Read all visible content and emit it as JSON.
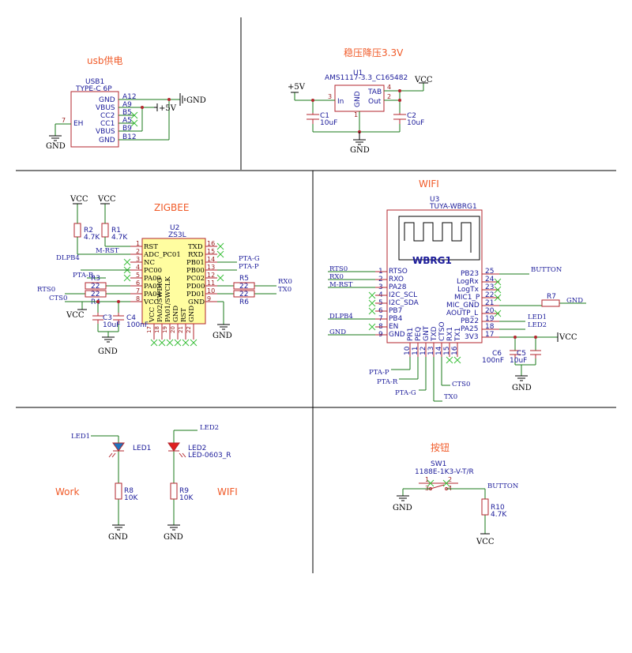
{
  "titles": {
    "usb": "usb供电",
    "ldo": "稳压降压3.3V",
    "zigbee": "ZIGBEE",
    "wifi": "WIFI",
    "work": "Work",
    "wifi_led": "WIFI",
    "button": "按钮"
  },
  "usb": {
    "ref": "USB1",
    "value": "TYPE-C 6P",
    "pins_left": [
      "GND",
      "VBUS",
      "CC2",
      "CC1",
      "VBUS",
      "GND"
    ],
    "pins_num": [
      "A12",
      "A9",
      "B5",
      "A5",
      "B9",
      "B12"
    ],
    "eh": "EH",
    "eh_num": "7",
    "gnd1": "GND",
    "gnd2": "GND",
    "plus5": "+5V"
  },
  "ldo": {
    "ref": "U1",
    "value": "AMS1117-3.3_C165482",
    "in": "In",
    "out": "Out",
    "tab": "TAB",
    "gnd": "GND",
    "pin_in": "3",
    "pin_tab": "4",
    "pin_out": "2",
    "pin_gnd": "1",
    "c1_ref": "C1",
    "c1_val": "10uF",
    "c2_ref": "C2",
    "c2_val": "10uF",
    "plus5": "+5V",
    "vcc": "VCC",
    "gnd_net": "GND"
  },
  "zigbee": {
    "ref": "U2",
    "value": "ZS3L",
    "left_pins": [
      "RST",
      "ADC_PC01",
      "NC",
      "PC00",
      "PA00",
      "PA03",
      "PA04",
      "VCC"
    ],
    "left_nums": [
      "1",
      "2",
      "3",
      "4",
      "5",
      "6",
      "7",
      "8"
    ],
    "right_pins": [
      "TXD",
      "RXD",
      "PB01",
      "PB00",
      "PC02",
      "PD00",
      "PD01",
      "GND"
    ],
    "right_nums": [
      "16",
      "15",
      "14",
      "13",
      "12",
      "11",
      "10",
      "9"
    ],
    "bottom_pins": [
      "VCC",
      "PA02/SWDIO",
      "PA01/SWCLK",
      "GND",
      "RST",
      "GND"
    ],
    "bottom_nums": [
      "17",
      "18",
      "19",
      "20",
      "21",
      "22"
    ],
    "r1": "R1",
    "r1v": "4.7K",
    "r2": "R2",
    "r2v": "4.7K",
    "r3": "R3",
    "r3v": "22",
    "r4": "R4",
    "r4v": "22",
    "r5": "R5",
    "r5v": "22",
    "r6": "R6",
    "r6v": "22",
    "c3": "C3",
    "c3v": "10uF",
    "c4": "C4",
    "c4v": "100nF",
    "vcc": "VCC",
    "gnd": "GND",
    "nets": {
      "mrst": "M-RST",
      "dlpb4": "DLPB4",
      "ptar": "PTA-R",
      "rts0": "RTS0",
      "cts0": "CTS0",
      "ptag": "PTA-G",
      "ptap": "PTA-P",
      "rx0": "RX0",
      "tx0": "TX0"
    }
  },
  "wifi": {
    "ref": "U3",
    "value": "TUYA-WBRG1",
    "module": "WBRG1",
    "left_pins": [
      "RTSO",
      "RXO",
      "PA28",
      "I2C_SCL",
      "I2C_SDA",
      "PB7",
      "PB4",
      "EN",
      "GND"
    ],
    "left_nums": [
      "1",
      "2",
      "3",
      "4",
      "5",
      "6",
      "7",
      "8",
      "9"
    ],
    "left_nets": [
      "RTS0",
      "RX0",
      "M-RST",
      "",
      "",
      "",
      "DLPB4",
      "",
      "GND"
    ],
    "right_pins": [
      "PB23",
      "LogRx",
      "LogTx",
      "MIC1_P",
      "MIC_GND",
      "AOUTP_L",
      "PB22",
      "PA25",
      "3V3"
    ],
    "right_nums": [
      "25",
      "24",
      "23",
      "22",
      "21",
      "20",
      "19",
      "18",
      "17"
    ],
    "bottom_pins": [
      "PR1",
      "PEQ",
      "GNT",
      "TXD",
      "CTSO",
      "RX1",
      "TX1"
    ],
    "bottom_nums": [
      "10",
      "11",
      "12",
      "13",
      "14",
      "15",
      "16"
    ],
    "bottom_nets": [
      "PTA-P",
      "PTA-R",
      "PTA-G",
      "TX0",
      "CTS0"
    ],
    "button": "BUTTON",
    "led1": "LED1",
    "led2": "LED2",
    "r7": "R7",
    "gnd": "GND",
    "vcc": "VCC",
    "c6": "C6",
    "c6v": "100nF",
    "c5": "C5",
    "c5v": "10uF"
  },
  "leds": {
    "led1_net": "LED1",
    "led1_ref": "LED1",
    "led2_net": "LED2",
    "led2_ref": "LED2",
    "led2_val": "LED-0603_R",
    "r8": "R8",
    "r8v": "10K",
    "r9": "R9",
    "r9v": "10K",
    "gnd": "GND"
  },
  "button": {
    "ref": "SW1",
    "value": "1188E-1K3-V-T/R",
    "p1": "1",
    "p2": "2",
    "p3": "3",
    "p4": "4",
    "net": "BUTTON",
    "r10": "R10",
    "r10v": "4.7K",
    "gnd": "GND",
    "vcc": "VCC"
  },
  "colors": {
    "title": "#f05a28",
    "label": "#1b1b9a",
    "wire": "#1a7a1a",
    "component": "#b3262e",
    "chip_fill": "#fffda0",
    "nc": "#3bbf3b"
  }
}
